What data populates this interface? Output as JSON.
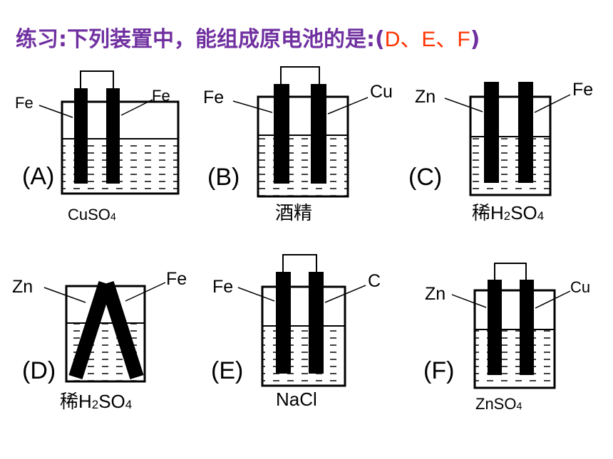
{
  "title": {
    "question": "练习:下列装置中，能组成原电池的是:",
    "paren_open": "(",
    "answer": "D、E、F",
    "paren_close": ")"
  },
  "colors": {
    "title": "#7030a0",
    "answer": "#ff3300",
    "ink": "#000000"
  },
  "cells": [
    {
      "id": "A",
      "tag": "(A)",
      "left_electrode": "Fe",
      "right_electrode": "Fe",
      "solution": "CuSO",
      "solution_sub": "4"
    },
    {
      "id": "B",
      "tag": "(B)",
      "left_electrode": "Fe",
      "right_electrode": "Cu",
      "solution": "酒精",
      "solution_sub": ""
    },
    {
      "id": "C",
      "tag": "(C)",
      "left_electrode": "Zn",
      "right_electrode": "Fe",
      "solution": "稀H",
      "solution_mid": "2",
      "solution_end": "SO",
      "solution_sub": "4"
    },
    {
      "id": "D",
      "tag": "(D)",
      "left_electrode": "Zn",
      "right_electrode": "Fe",
      "solution": "稀H",
      "solution_mid": "2",
      "solution_end": "SO",
      "solution_sub": "4"
    },
    {
      "id": "E",
      "tag": "(E)",
      "left_electrode": "Fe",
      "right_electrode": "C",
      "solution": "NaCl",
      "solution_sub": ""
    },
    {
      "id": "F",
      "tag": "(F)",
      "left_electrode": "Zn",
      "right_electrode": "Cu",
      "solution": "ZnSO",
      "solution_sub": "4"
    }
  ]
}
